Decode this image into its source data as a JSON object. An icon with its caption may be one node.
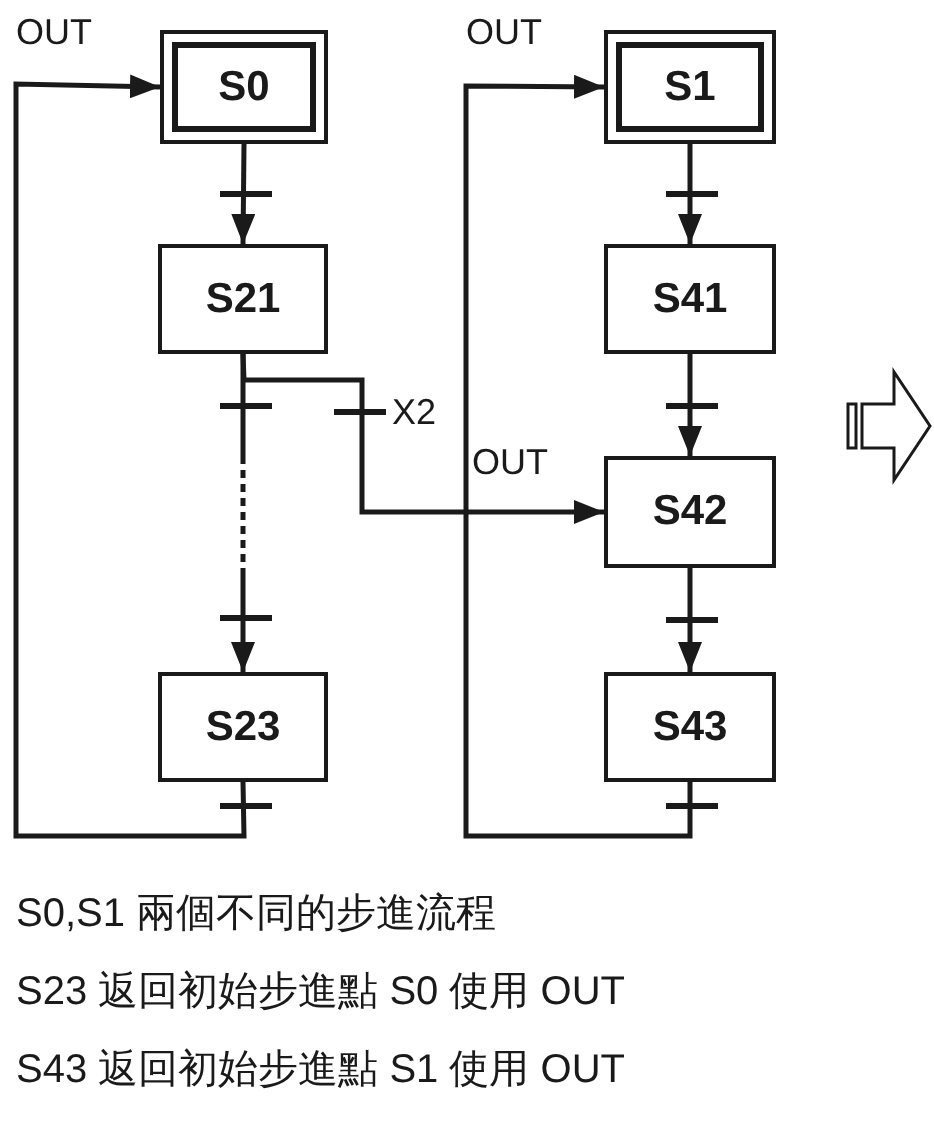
{
  "diagram": {
    "nodes": [
      {
        "text": [
          "S0"
        ]
      },
      {
        "text": [
          "S21"
        ]
      },
      {
        "text": [
          "S23"
        ]
      },
      {
        "text": [
          "S1"
        ]
      },
      {
        "text": [
          "S41"
        ]
      },
      {
        "text": [
          "S42"
        ]
      },
      {
        "text": [
          "S43"
        ]
      }
    ],
    "edges": [
      {
        "from": 0,
        "to": 1,
        "arrow": "to"
      },
      {
        "from": 1,
        "to": 2,
        "arrow": "to",
        "style": "dashed"
      },
      {
        "from": 1,
        "to": 5,
        "arrow": "to",
        "label": "X2"
      },
      {
        "from": 2,
        "to": 0,
        "arrow": "to"
      },
      {
        "from": 3,
        "to": 4,
        "arrow": "to"
      },
      {
        "from": 4,
        "to": 5,
        "arrow": "to"
      },
      {
        "from": 5,
        "to": 6,
        "arrow": "to"
      },
      {
        "from": 6,
        "to": 3,
        "arrow": "to"
      }
    ],
    "labels": [
      "OUT",
      "OUT",
      "OUT",
      "S0,S1 兩個不同的步進流程",
      "S23 返回初始步進點 S0 使用 OUT",
      "S43 返回初始步進點 S1 使用 OUT"
    ]
  }
}
